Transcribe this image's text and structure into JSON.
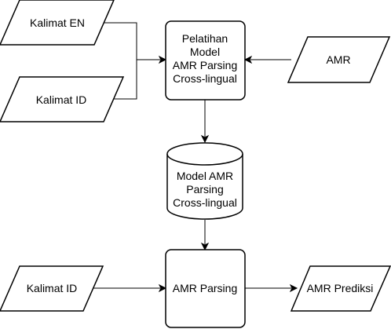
{
  "nodes": {
    "kalimat_en": {
      "label": "Kalimat EN"
    },
    "kalimat_id_top": {
      "label": "Kalimat ID"
    },
    "training": {
      "lines": [
        "Pelatihan",
        "Model",
        "AMR Parsing",
        "Cross-lingual"
      ]
    },
    "amr_input": {
      "label": "AMR"
    },
    "model_store": {
      "lines": [
        "Model AMR",
        "Parsing",
        "Cross-lingual"
      ]
    },
    "kalimat_id_bottom": {
      "label": "Kalimat ID"
    },
    "parsing": {
      "label": "AMR Parsing"
    },
    "amr_prediksi": {
      "label": "AMR Prediksi"
    }
  }
}
